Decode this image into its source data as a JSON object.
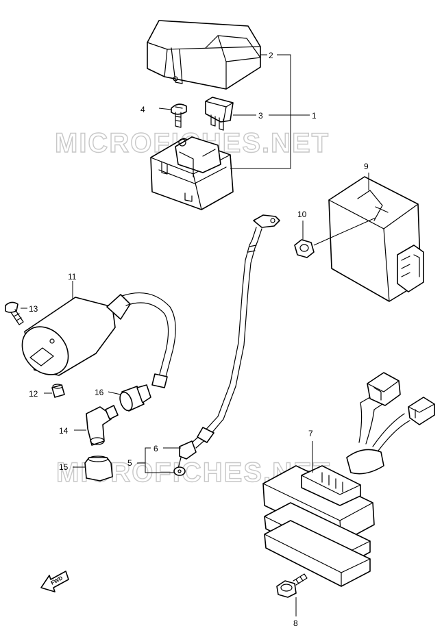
{
  "watermark": "MICROFICHES.NET",
  "fwd_label": "FWD",
  "callouts": [
    "1",
    "2",
    "3",
    "4",
    "5",
    "6",
    "7",
    "8",
    "9",
    "10",
    "11",
    "12",
    "13",
    "14",
    "15",
    "16"
  ]
}
